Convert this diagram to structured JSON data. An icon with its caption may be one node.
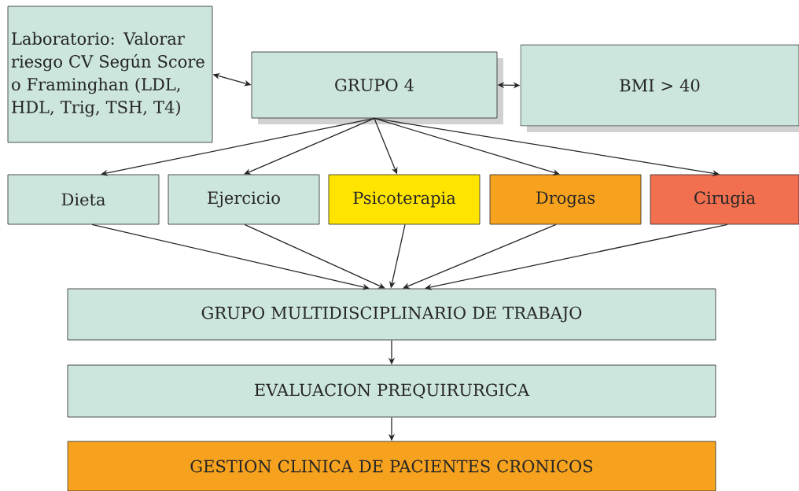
{
  "diagram": {
    "nodes": [
      {
        "text": [
          "Laboratorio: Valorar riesgo CV Según Score o Framinghan (LDL, HDL, Trig, TSH, T4)"
        ]
      },
      {
        "text": [
          "GRUPO 4"
        ]
      },
      {
        "text": [
          "BMI > 40"
        ]
      },
      {
        "text": [
          "Dieta"
        ]
      },
      {
        "text": [
          "Ejercicio"
        ]
      },
      {
        "text": [
          "Psicoterapia"
        ]
      },
      {
        "text": [
          "Drogas"
        ]
      },
      {
        "text": [
          "Cirugia"
        ]
      },
      {
        "text": [
          "GRUPO MULTIDISCIPLINARIO DE TRABAJO"
        ]
      },
      {
        "text": [
          "EVALUACION PREQUIRURGICA"
        ]
      },
      {
        "text": [
          "GESTION CLINICA DE PACIENTES CRONICOS"
        ]
      }
    ],
    "edges": [
      {
        "from": 1,
        "to": 0,
        "arrow": "both"
      },
      {
        "from": 1,
        "to": 2,
        "arrow": "both"
      },
      {
        "from": 1,
        "to": 3,
        "arrow": "to"
      },
      {
        "from": 1,
        "to": 4,
        "arrow": "to"
      },
      {
        "from": 1,
        "to": 5,
        "arrow": "to"
      },
      {
        "from": 1,
        "to": 6,
        "arrow": "to"
      },
      {
        "from": 1,
        "to": 7,
        "arrow": "to"
      },
      {
        "from": 3,
        "to": 8,
        "arrow": "to"
      },
      {
        "from": 4,
        "to": 8,
        "arrow": "to"
      },
      {
        "from": 5,
        "to": 8,
        "arrow": "to"
      },
      {
        "from": 6,
        "to": 8,
        "arrow": "to"
      },
      {
        "from": 7,
        "to": 8,
        "arrow": "to"
      },
      {
        "from": 8,
        "to": 9,
        "arrow": "to"
      },
      {
        "from": 9,
        "to": 10,
        "arrow": "to"
      }
    ]
  }
}
